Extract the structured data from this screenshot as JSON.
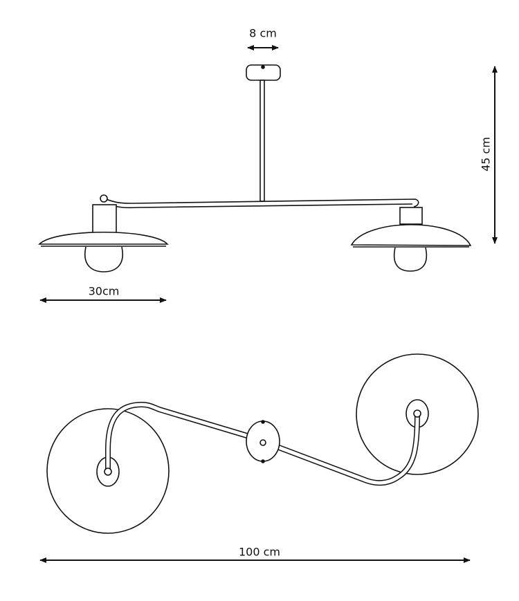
{
  "title": "Two-arm pendant lamp dimension drawing",
  "dimensions": {
    "canopy_width": "8 cm",
    "height": "45 cm",
    "shade_diameter": "30cm",
    "total_width": "100 cm"
  },
  "colors": {
    "line": "#111111",
    "background": "#ffffff"
  }
}
